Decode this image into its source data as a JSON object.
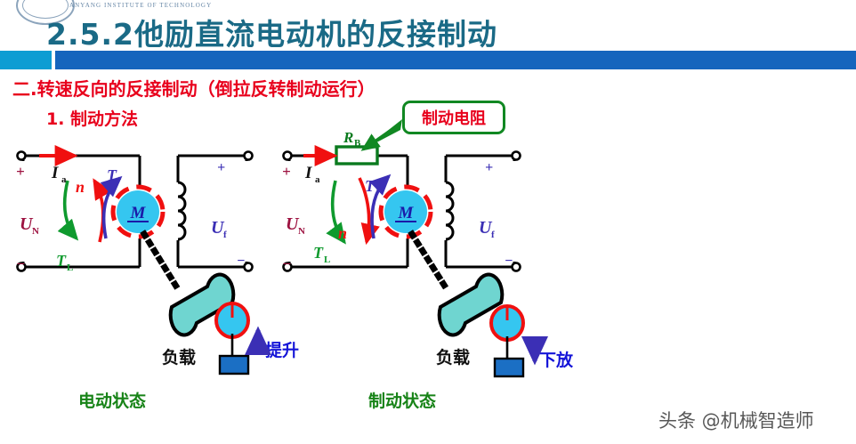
{
  "header": {
    "logo_en": "ANYANG  INSTITUTE  OF  TECHNOLOGY",
    "title": "2.5.2他励直流电动机的反接制动",
    "accent_cyan": "#0d9dd3",
    "accent_blue": "#1565bd",
    "title_color": "#1a6a86"
  },
  "body": {
    "subtitle": "二.转速反向的反接制动（倒拉反转制动运行）",
    "method": "1. 制动方法",
    "callout_label": "制动电阻",
    "callout_border": "#118822",
    "callout_text_color": "#e8001c",
    "heading_color": "#e8001c"
  },
  "circuits": [
    {
      "name": "motoring",
      "plus_label": "+",
      "minus_label": "−",
      "supply_label": "U",
      "supply_sub": "N",
      "current_label": "I",
      "current_sub": "a",
      "torque_label": "T",
      "speed_label": "n",
      "load_torque_label": "T",
      "load_torque_sub": "L",
      "field_label": "U",
      "field_sub": "f",
      "field_plus": "+",
      "field_minus": "−",
      "motor_label": "M",
      "resistor_label": null,
      "resistor_sub": null,
      "speed_direction": "up",
      "load_text": "负载",
      "direction_text": "提升",
      "direction_arrow": "up",
      "state_text": "电动状态"
    },
    {
      "name": "braking",
      "plus_label": "+",
      "minus_label": "−",
      "supply_label": "U",
      "supply_sub": "N",
      "current_label": "I",
      "current_sub": "a",
      "torque_label": "T",
      "speed_label": "n",
      "load_torque_label": "T",
      "load_torque_sub": "L",
      "field_label": "U",
      "field_sub": "f",
      "field_plus": "+",
      "field_minus": "−",
      "motor_label": "M",
      "resistor_label": "R",
      "resistor_sub": "B",
      "speed_direction": "down",
      "load_text": "负载",
      "direction_text": "下放",
      "direction_arrow": "down",
      "state_text": "制动状态"
    }
  ],
  "colors": {
    "motor_fill": "#35c6f0",
    "motor_ring": "#f01010",
    "drum_fill": "#6fd5d0",
    "weight_fill": "#1b6fc4",
    "wire": "#000000",
    "current_arrow": "#f01010",
    "speed_arrow": "#f01010",
    "torque_arrow": "#3b2fb5",
    "load_torque_arrow": "#0f9a2e",
    "supply_text": "#9d1240",
    "field_text": "#3b2fb5",
    "state_text": "#178317",
    "direction_text": "#1414d8",
    "resistor_outline": "#0a7a1e"
  },
  "watermark": "头条 @机械智造师"
}
